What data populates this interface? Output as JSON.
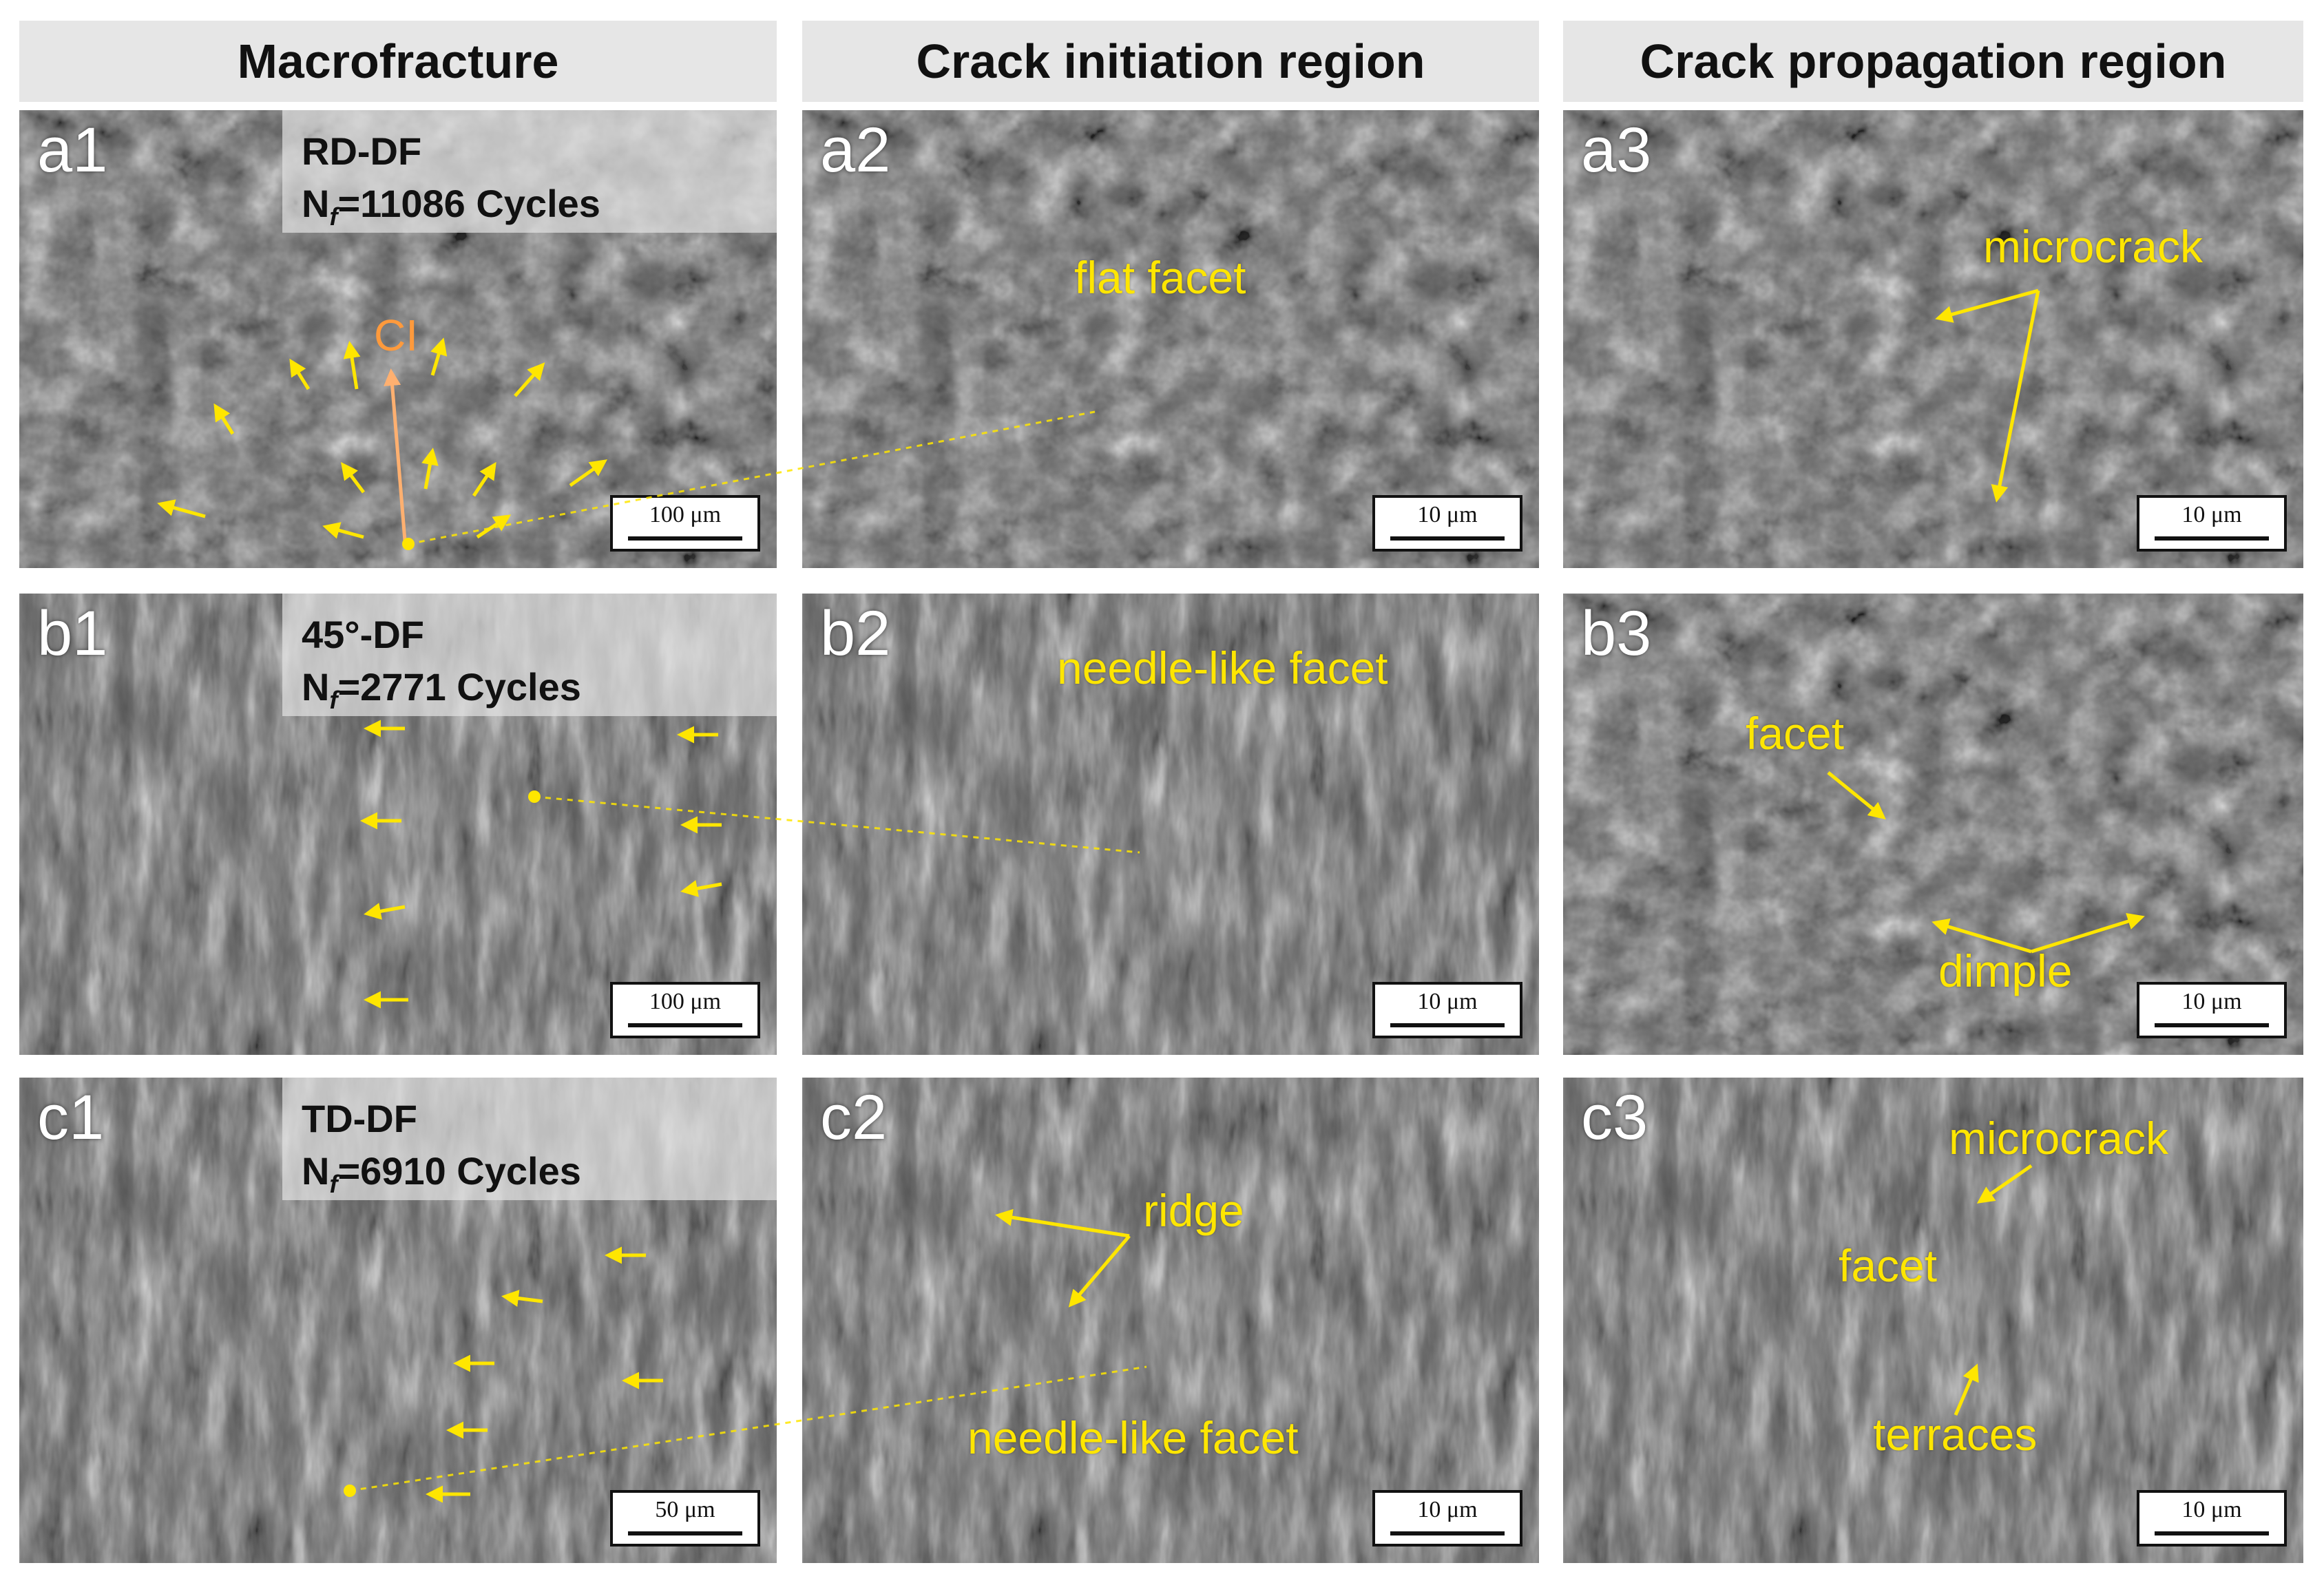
{
  "headers": [
    "Macrofracture",
    "Crack initiation region",
    "Crack propagation region"
  ],
  "panels": {
    "a1": {
      "label": "a1",
      "orientation": "RD-DF",
      "nf_prefix": "N",
      "nf_sub": "f",
      "nf_value": "=11086 Cycles",
      "scale": "100 μm",
      "origin_label": "CI"
    },
    "a2": {
      "label": "a2",
      "scale": "10 μm",
      "annotations": [
        "flat facet"
      ]
    },
    "a3": {
      "label": "a3",
      "scale": "10 μm",
      "annotations": [
        "microcrack"
      ]
    },
    "b1": {
      "label": "b1",
      "orientation": "45°-DF",
      "nf_prefix": "N",
      "nf_sub": "f",
      "nf_value": "=2771 Cycles",
      "scale": "100 μm"
    },
    "b2": {
      "label": "b2",
      "scale": "10 μm",
      "annotations": [
        "needle-like facet"
      ]
    },
    "b3": {
      "label": "b3",
      "scale": "10 μm",
      "annotations": [
        "facet",
        "dimple"
      ]
    },
    "c1": {
      "label": "c1",
      "orientation": "TD-DF",
      "nf_prefix": "N",
      "nf_sub": "f",
      "nf_value": "=6910 Cycles",
      "scale": "50 μm"
    },
    "c2": {
      "label": "c2",
      "scale": "10 μm",
      "annotations": [
        "ridge",
        "needle-like facet"
      ]
    },
    "c3": {
      "label": "c3",
      "scale": "10 μm",
      "annotations": [
        "microcrack",
        "facet",
        "terraces"
      ]
    }
  },
  "colors": {
    "annotation": "#ffe600",
    "origin": "#ff9a3c",
    "header_bg": "#e6e6e6"
  }
}
